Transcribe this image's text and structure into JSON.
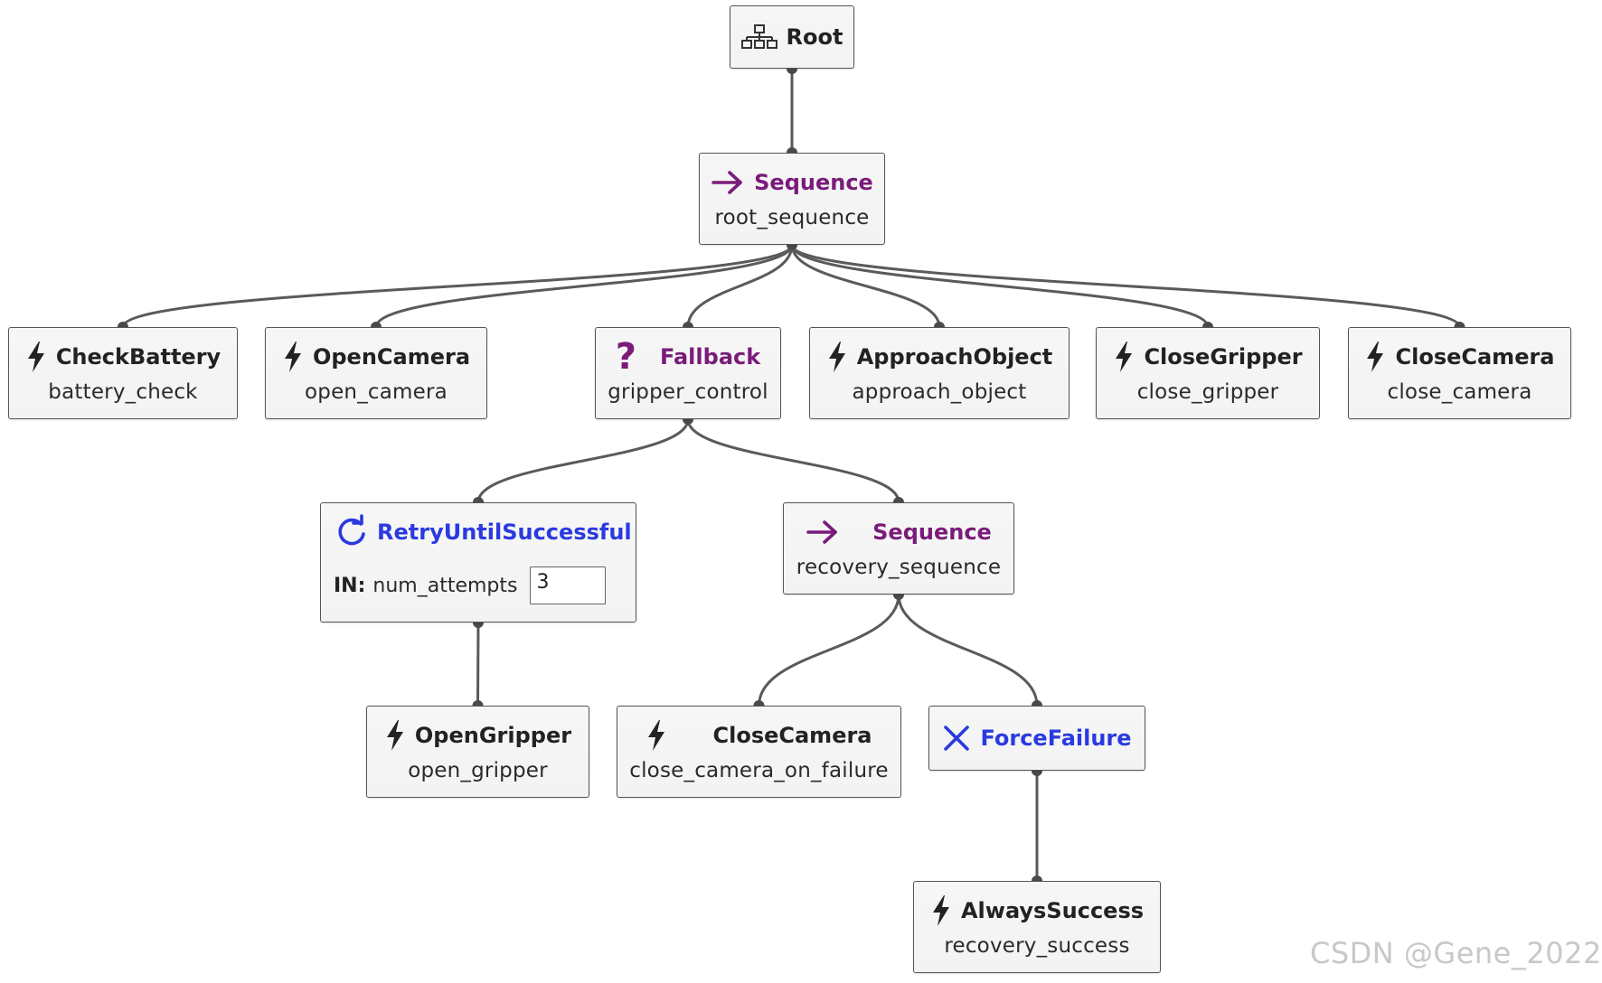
{
  "tree": {
    "root": {
      "type": "Root",
      "icon": "tree-structure-icon"
    },
    "root_sequence": {
      "type": "Sequence",
      "name": "root_sequence",
      "icon": "arrow-right-icon",
      "color": "#7a1b7a"
    },
    "check_battery": {
      "type": "CheckBattery",
      "name": "battery_check",
      "icon": "lightning-icon"
    },
    "open_camera": {
      "type": "OpenCamera",
      "name": "open_camera",
      "icon": "lightning-icon"
    },
    "fallback": {
      "type": "Fallback",
      "name": "gripper_control",
      "icon": "question-mark-icon",
      "color": "#7a1b7a"
    },
    "approach_object": {
      "type": "ApproachObject",
      "name": "approach_object",
      "icon": "lightning-icon"
    },
    "close_gripper": {
      "type": "CloseGripper",
      "name": "close_gripper",
      "icon": "lightning-icon"
    },
    "close_camera": {
      "type": "CloseCamera",
      "name": "close_camera",
      "icon": "lightning-icon"
    },
    "retry": {
      "type": "RetryUntilSuccessful",
      "icon": "refresh-icon",
      "color": "#2a3ae0",
      "port_direction": "IN:",
      "port_name": "num_attempts",
      "port_value": "3"
    },
    "recovery_sequence": {
      "type": "Sequence",
      "name": "recovery_sequence",
      "icon": "arrow-right-icon",
      "color": "#7a1b7a"
    },
    "open_gripper": {
      "type": "OpenGripper",
      "name": "open_gripper",
      "icon": "lightning-icon"
    },
    "close_camera_on_failure": {
      "type": "CloseCamera",
      "name": "close_camera_on_failure",
      "icon": "lightning-icon"
    },
    "force_failure": {
      "type": "ForceFailure",
      "icon": "x-icon",
      "color": "#2a3ae0"
    },
    "always_success": {
      "type": "AlwaysSuccess",
      "name": "recovery_success",
      "icon": "lightning-icon"
    }
  },
  "edges": [
    [
      "root",
      "root_sequence"
    ],
    [
      "root_sequence",
      "check_battery"
    ],
    [
      "root_sequence",
      "open_camera"
    ],
    [
      "root_sequence",
      "fallback"
    ],
    [
      "root_sequence",
      "approach_object"
    ],
    [
      "root_sequence",
      "close_gripper"
    ],
    [
      "root_sequence",
      "close_camera"
    ],
    [
      "fallback",
      "retry"
    ],
    [
      "fallback",
      "recovery_sequence"
    ],
    [
      "retry",
      "open_gripper"
    ],
    [
      "recovery_sequence",
      "close_camera_on_failure"
    ],
    [
      "recovery_sequence",
      "force_failure"
    ],
    [
      "force_failure",
      "always_success"
    ]
  ],
  "watermark": "CSDN @Gene_2022"
}
